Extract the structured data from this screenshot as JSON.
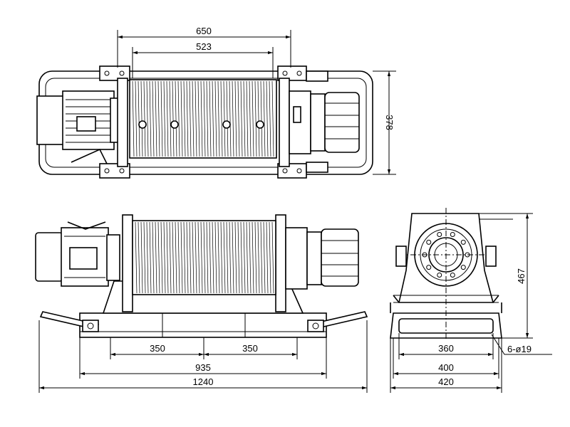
{
  "dimensions": {
    "top_overall_width": "650",
    "top_drum_width": "523",
    "top_height": "378",
    "front_spacing_left": "350",
    "front_spacing_right": "350",
    "front_bolt_span": "935",
    "front_overall_length": "1240",
    "side_height": "467",
    "side_bolt_span": "360",
    "side_base_width": "400",
    "side_overall_width": "420",
    "side_hole_spec": "6-ø19"
  }
}
